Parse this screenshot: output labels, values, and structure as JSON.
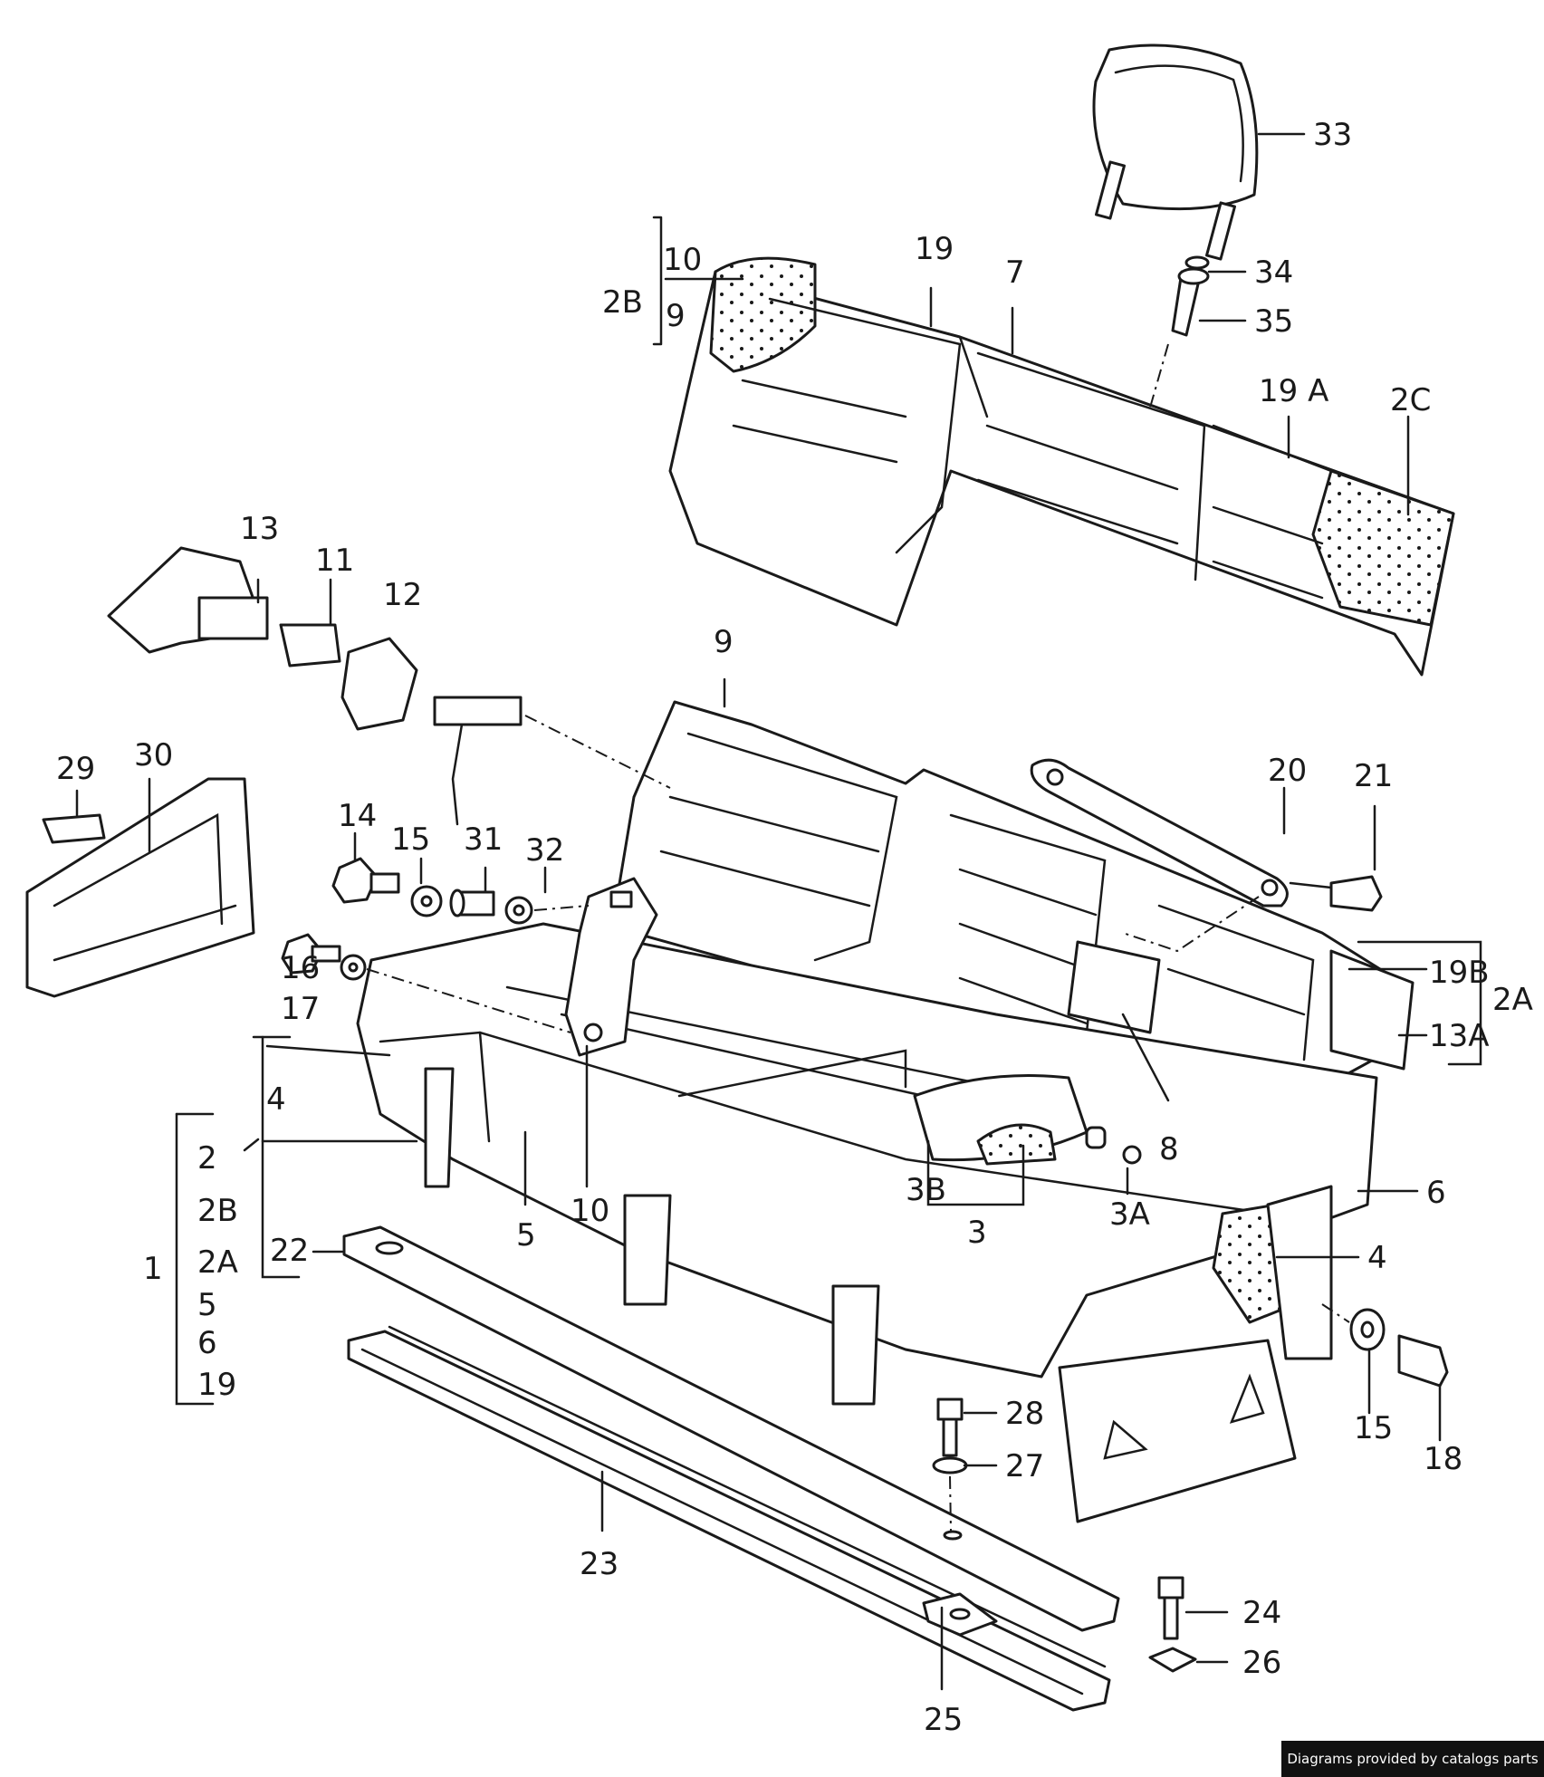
{
  "credit": "Diagrams provided by catalogs parts",
  "callouts": [
    {
      "id": "33",
      "label": "33"
    },
    {
      "id": "34",
      "label": "34"
    },
    {
      "id": "35",
      "label": "35"
    },
    {
      "id": "19-top",
      "label": "19"
    },
    {
      "id": "7",
      "label": "7"
    },
    {
      "id": "19a",
      "label": "19 A"
    },
    {
      "id": "2c",
      "label": "2C"
    },
    {
      "id": "2b-top",
      "label": "2B"
    },
    {
      "id": "10-top",
      "label": "10"
    },
    {
      "id": "9-top",
      "label": "9"
    },
    {
      "id": "13",
      "label": "13"
    },
    {
      "id": "11",
      "label": "11"
    },
    {
      "id": "12",
      "label": "12"
    },
    {
      "id": "9-mid",
      "label": "9"
    },
    {
      "id": "29",
      "label": "29"
    },
    {
      "id": "30",
      "label": "30"
    },
    {
      "id": "14",
      "label": "14"
    },
    {
      "id": "15-left",
      "label": "15"
    },
    {
      "id": "31",
      "label": "31"
    },
    {
      "id": "32",
      "label": "32"
    },
    {
      "id": "16",
      "label": "16"
    },
    {
      "id": "17",
      "label": "17"
    },
    {
      "id": "20",
      "label": "20"
    },
    {
      "id": "21",
      "label": "21"
    },
    {
      "id": "19b",
      "label": "19B"
    },
    {
      "id": "13a",
      "label": "13A"
    },
    {
      "id": "2a-right",
      "label": "2A"
    },
    {
      "id": "8",
      "label": "8"
    },
    {
      "id": "6",
      "label": "6"
    },
    {
      "id": "4-right",
      "label": "4"
    },
    {
      "id": "3b",
      "label": "3B"
    },
    {
      "id": "3",
      "label": "3"
    },
    {
      "id": "3a",
      "label": "3A"
    },
    {
      "id": "10-mid",
      "label": "10"
    },
    {
      "id": "5-mid",
      "label": "5"
    },
    {
      "id": "4-left",
      "label": "4"
    },
    {
      "id": "2-left",
      "label": "2"
    },
    {
      "id": "2b-left",
      "label": "2B"
    },
    {
      "id": "2a-left",
      "label": "2A"
    },
    {
      "id": "5-left",
      "label": "5"
    },
    {
      "id": "6-left",
      "label": "6"
    },
    {
      "id": "19-left",
      "label": "19"
    },
    {
      "id": "1",
      "label": "1"
    },
    {
      "id": "22",
      "label": "22"
    },
    {
      "id": "15-right",
      "label": "15"
    },
    {
      "id": "18",
      "label": "18"
    },
    {
      "id": "28",
      "label": "28"
    },
    {
      "id": "27",
      "label": "27"
    },
    {
      "id": "23",
      "label": "23"
    },
    {
      "id": "24",
      "label": "24"
    },
    {
      "id": "26",
      "label": "26"
    },
    {
      "id": "25",
      "label": "25"
    }
  ]
}
